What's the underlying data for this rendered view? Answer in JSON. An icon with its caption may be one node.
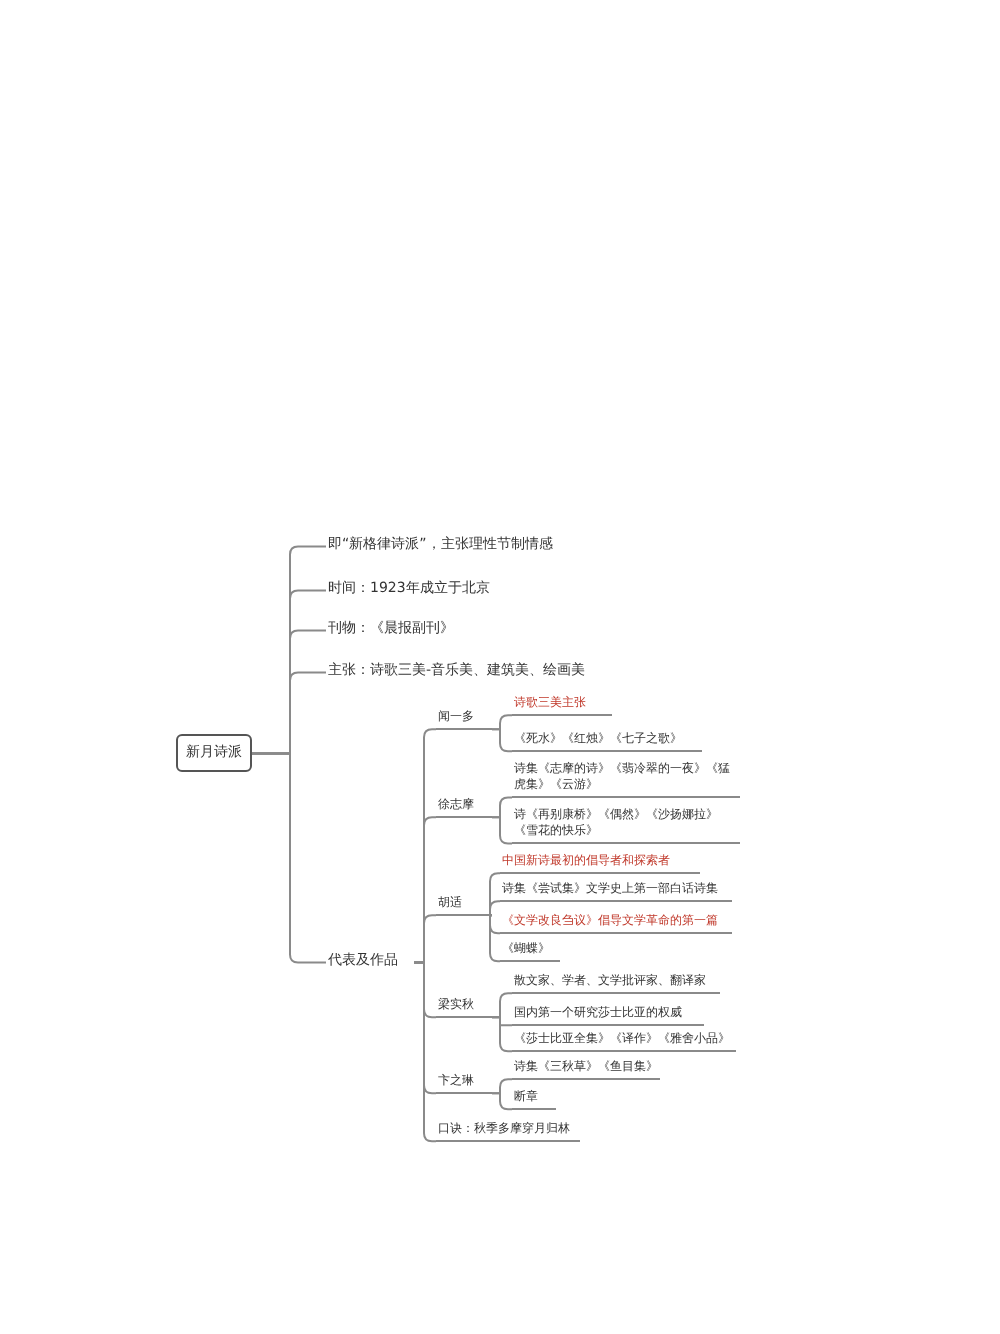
{
  "diagram": {
    "nodes": [
      {
        "text": [
          "新月诗派"
        ]
      },
      {
        "text": [
          "即“新格律诗派”，主张理性节制情感"
        ]
      },
      {
        "text": [
          "时间：1923年成立于北京"
        ]
      },
      {
        "text": [
          "刊物：《晨报副刊》"
        ]
      },
      {
        "text": [
          "主张：诗歌三美-音乐美、建筑美、绘画美"
        ]
      },
      {
        "text": [
          "代表及作品"
        ]
      },
      {
        "text": [
          "闻一多"
        ]
      },
      {
        "text": [
          "诗歌三美主张"
        ]
      },
      {
        "text": [
          "《死水》《红烛》《七子之歌》"
        ]
      },
      {
        "text": [
          "徐志摩"
        ]
      },
      {
        "text": [
          "诗集《志摩的诗》《翡冷翠的一夜》《猛虎集》《云游》"
        ]
      },
      {
        "text": [
          "诗《再别康桥》《偶然》《沙扬娜拉》《雪花的快乐》"
        ]
      },
      {
        "text": [
          "胡适"
        ]
      },
      {
        "text": [
          "中国新诗最初的倡导者和探索者"
        ]
      },
      {
        "text": [
          "诗集《尝试集》文学史上第一部白话诗集"
        ]
      },
      {
        "text": [
          "《文学改良刍议》倡导文学革命的第一篇"
        ]
      },
      {
        "text": [
          "《蝴蝶》"
        ]
      },
      {
        "text": [
          "梁实秋"
        ]
      },
      {
        "text": [
          "散文家、学者、文学批评家、翻译家"
        ]
      },
      {
        "text": [
          "国内第一个研究莎士比亚的权威"
        ]
      },
      {
        "text": [
          "《莎士比亚全集》《译作》《雅舍小品》"
        ]
      },
      {
        "text": [
          "卞之琳"
        ]
      },
      {
        "text": [
          "诗集《三秋草》《鱼目集》"
        ]
      },
      {
        "text": [
          "断章"
        ]
      },
      {
        "text": [
          "口诀：秋季多摩穿月归林"
        ]
      }
    ],
    "edges": [
      {
        "from": 0,
        "to": 1,
        "arrow": "none"
      },
      {
        "from": 0,
        "to": 2,
        "arrow": "none"
      },
      {
        "from": 0,
        "to": 3,
        "arrow": "none"
      },
      {
        "from": 0,
        "to": 4,
        "arrow": "none"
      },
      {
        "from": 0,
        "to": 5,
        "arrow": "none"
      },
      {
        "from": 5,
        "to": 6,
        "arrow": "none"
      },
      {
        "from": 5,
        "to": 9,
        "arrow": "none"
      },
      {
        "from": 5,
        "to": 12,
        "arrow": "none"
      },
      {
        "from": 5,
        "to": 17,
        "arrow": "none"
      },
      {
        "from": 5,
        "to": 21,
        "arrow": "none"
      },
      {
        "from": 5,
        "to": 24,
        "arrow": "none"
      },
      {
        "from": 6,
        "to": 7,
        "arrow": "none"
      },
      {
        "from": 6,
        "to": 8,
        "arrow": "none"
      },
      {
        "from": 9,
        "to": 10,
        "arrow": "none"
      },
      {
        "from": 9,
        "to": 11,
        "arrow": "none"
      },
      {
        "from": 12,
        "to": 13,
        "arrow": "none"
      },
      {
        "from": 12,
        "to": 14,
        "arrow": "none"
      },
      {
        "from": 12,
        "to": 15,
        "arrow": "none"
      },
      {
        "from": 12,
        "to": 16,
        "arrow": "none"
      },
      {
        "from": 17,
        "to": 18,
        "arrow": "none"
      },
      {
        "from": 17,
        "to": 19,
        "arrow": "none"
      },
      {
        "from": 17,
        "to": 20,
        "arrow": "none"
      },
      {
        "from": 21,
        "to": 22,
        "arrow": "none"
      },
      {
        "from": 21,
        "to": 23,
        "arrow": "none"
      }
    ]
  }
}
